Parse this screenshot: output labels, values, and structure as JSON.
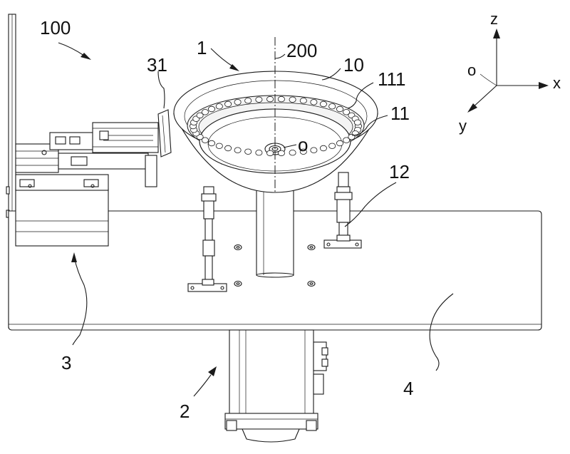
{
  "labels": {
    "l100": "100",
    "l1": "1",
    "l200": "200",
    "l10": "10",
    "l111": "111",
    "l11": "11",
    "l31": "31",
    "l12": "12",
    "lo": "o",
    "l3": "3",
    "l2": "2",
    "l4": "4"
  },
  "axes": {
    "z": "z",
    "x": "x",
    "y": "y",
    "origin": "o"
  }
}
